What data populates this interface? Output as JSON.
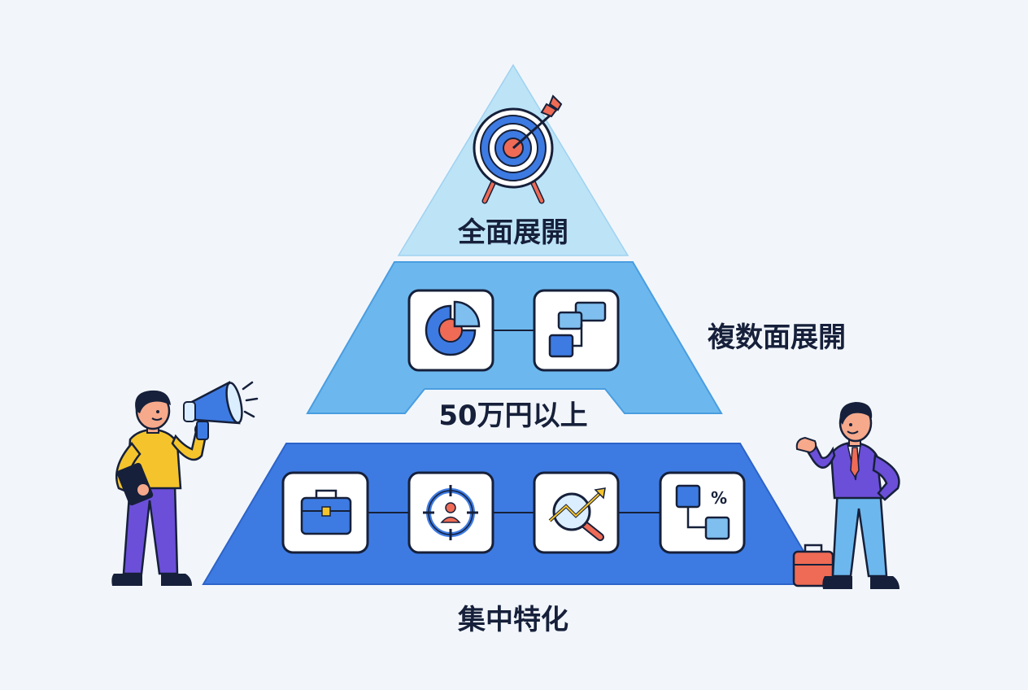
{
  "tiers": {
    "top": {
      "label": "全面展開"
    },
    "middle": {
      "label": "複数面展開"
    },
    "threshold": {
      "label": "50万円以上"
    },
    "bottom": {
      "label": "集中特化"
    }
  },
  "icons": {
    "top": [
      "target-arrow-icon"
    ],
    "middle": [
      "pie-chart-icon",
      "flow-blocks-icon"
    ],
    "bottom": [
      "briefcase-icon",
      "crosshair-person-icon",
      "magnifier-trend-icon",
      "blocks-percent-icon"
    ]
  },
  "annotations": {
    "percent_symbol": "%"
  },
  "colors": {
    "top_tier": "#bde3f7",
    "middle_tier": "#6cb8ee",
    "bottom_tier": "#3d7be3",
    "outline": "#16203a",
    "accent_red": "#ef6b55",
    "accent_yellow": "#f5c42c"
  }
}
